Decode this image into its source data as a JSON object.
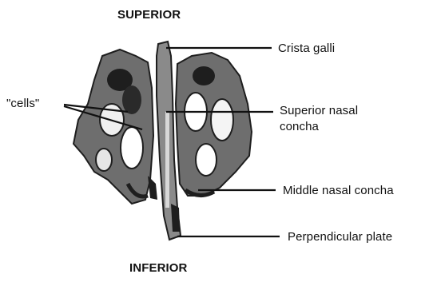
{
  "diagram": {
    "orientation": {
      "top": "SUPERIOR",
      "bottom": "INFERIOR"
    },
    "labels": {
      "crista_galli": "Crista galli",
      "superior_nasal_concha_line1": "Superior nasal",
      "superior_nasal_concha_line2": "concha",
      "middle_nasal_concha": "Middle nasal concha",
      "perpendicular_plate": "Perpendicular plate",
      "cells": "\"cells\""
    },
    "colors": {
      "bone_fill": "#6e6e6e",
      "bone_dark": "#1e1e1e",
      "line": "#111111",
      "background": "#ffffff"
    }
  }
}
